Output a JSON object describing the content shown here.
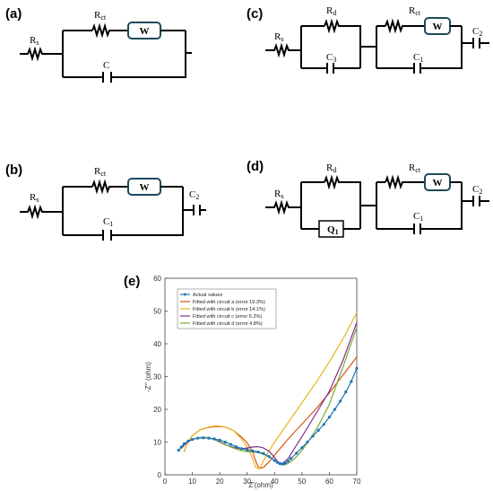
{
  "panels": {
    "a": {
      "label": "(a)",
      "components": {
        "rs": {
          "main": "R",
          "sub": "s"
        },
        "rct": {
          "main": "R",
          "sub": "ct"
        },
        "w": "W",
        "c": {
          "main": "C",
          "sub": ""
        }
      }
    },
    "b": {
      "label": "(b)",
      "components": {
        "rs": {
          "main": "R",
          "sub": "s"
        },
        "rct": {
          "main": "R",
          "sub": "ct"
        },
        "w": "W",
        "c1": {
          "main": "C",
          "sub": "1"
        },
        "c2": {
          "main": "C",
          "sub": "2"
        }
      }
    },
    "c": {
      "label": "(c)",
      "components": {
        "rs": {
          "main": "R",
          "sub": "s"
        },
        "rd": {
          "main": "R",
          "sub": "d"
        },
        "c3": {
          "main": "C",
          "sub": "3"
        },
        "rct": {
          "main": "R",
          "sub": "ct"
        },
        "w": "W",
        "c1": {
          "main": "C",
          "sub": "1"
        },
        "c2": {
          "main": "C",
          "sub": "2"
        }
      }
    },
    "d": {
      "label": "(d)",
      "components": {
        "rs": {
          "main": "R",
          "sub": "s"
        },
        "rd": {
          "main": "R",
          "sub": "d"
        },
        "q1": {
          "main": "Q",
          "sub": "1"
        },
        "rct": {
          "main": "R",
          "sub": "ct"
        },
        "w": "W",
        "c1": {
          "main": "C",
          "sub": "1"
        },
        "c2": {
          "main": "C",
          "sub": "2"
        }
      }
    },
    "e": {
      "label": "(e)"
    }
  },
  "chart_data": {
    "type": "line",
    "xlabel": "Z'(ohm)",
    "ylabel": "-Z'' (ohm)",
    "xlim": [
      0,
      70
    ],
    "ylim": [
      0,
      60
    ],
    "xticks": [
      0,
      10,
      20,
      30,
      40,
      50,
      60,
      70
    ],
    "yticks": [
      0,
      10,
      20,
      30,
      40,
      50,
      60
    ],
    "grid": false,
    "legend_position": "top-left",
    "series": [
      {
        "name": "Actual values",
        "color": "#1f77b4",
        "markers": true,
        "x": [
          5,
          6,
          7,
          8.5,
          10,
          12,
          14,
          16,
          18,
          20,
          22,
          24,
          26,
          28,
          30,
          32,
          34,
          36,
          38,
          40,
          41,
          42,
          43,
          44,
          45,
          46,
          48,
          50,
          52,
          54,
          56,
          58,
          60,
          62,
          64,
          66,
          68,
          70
        ],
        "y": [
          7.5,
          8.5,
          9.5,
          10.3,
          10.8,
          11.2,
          11.3,
          11.2,
          11,
          10.6,
          10,
          9.3,
          8.6,
          8,
          7.6,
          7.3,
          7,
          6.5,
          5.6,
          4.4,
          3.8,
          3.4,
          3.3,
          3.6,
          4.2,
          5,
          6.6,
          8.3,
          10,
          11.8,
          13.6,
          15.4,
          17.6,
          20,
          22.5,
          25.3,
          28.5,
          32.5
        ]
      },
      {
        "name": "Fitted with circuit a (error 19.3%)",
        "color": "#d95319",
        "markers": false,
        "x": [
          7,
          8,
          10,
          13,
          16,
          19,
          22,
          25,
          28,
          30,
          32,
          33,
          34,
          35,
          36,
          38,
          40,
          42,
          45,
          50,
          55,
          60,
          65,
          70
        ],
        "y": [
          7,
          9.5,
          12,
          13.8,
          14.5,
          14.8,
          14.6,
          13.5,
          11.5,
          9.8,
          7,
          4.5,
          2.5,
          2,
          2.3,
          4,
          6,
          8,
          11,
          15.5,
          20,
          25,
          30.5,
          36
        ]
      },
      {
        "name": "Fitted with circuit b (error 14.1%)",
        "color": "#edb120",
        "markers": false,
        "x": [
          7,
          8,
          10,
          13,
          16,
          19,
          22,
          25,
          28,
          30,
          32,
          33,
          34,
          35,
          37,
          40,
          45,
          50,
          55,
          60,
          65,
          70
        ],
        "y": [
          7,
          9.5,
          12,
          13.8,
          14.6,
          15,
          14.6,
          13.5,
          11,
          8.5,
          5,
          2.5,
          1.8,
          2.5,
          6,
          10,
          16,
          22,
          28,
          34.5,
          41.5,
          49.5
        ]
      },
      {
        "name": "Fitted with circuit c (error 6.2%)",
        "color": "#7e2f8e",
        "markers": false,
        "x": [
          6,
          7,
          8.5,
          10,
          12,
          14,
          16,
          18,
          20,
          22,
          24,
          26,
          28,
          30,
          32,
          34,
          36,
          38,
          40,
          41,
          42,
          43,
          45,
          48,
          51,
          55,
          60,
          65,
          70
        ],
        "y": [
          8,
          9,
          10.2,
          10.8,
          11.2,
          11.4,
          11.2,
          10.8,
          10,
          9.2,
          8.6,
          8.2,
          8,
          8.2,
          8.5,
          8.6,
          8.2,
          7.2,
          5.3,
          4.2,
          3.6,
          3.6,
          5,
          9,
          13,
          18.5,
          25.5,
          35,
          46.5
        ]
      },
      {
        "name": "Fitted with circuit d (error 4.8%)",
        "color": "#77ac30",
        "markers": false,
        "x": [
          6,
          7,
          8.5,
          10,
          12,
          14,
          16,
          18,
          20,
          22,
          24,
          26,
          28,
          30,
          32,
          34,
          36,
          38,
          40,
          41,
          42,
          43,
          44,
          46,
          48,
          50,
          53,
          56,
          60,
          65,
          70
        ],
        "y": [
          8.5,
          9.5,
          10.3,
          10.8,
          11.3,
          11.5,
          11.3,
          10.9,
          10.2,
          9.3,
          8.5,
          7.9,
          7.4,
          7.1,
          7,
          6.8,
          6.3,
          5.4,
          4.4,
          3.8,
          3.3,
          3,
          3.1,
          4,
          5.5,
          7.5,
          11,
          15,
          21.5,
          33,
          45
        ]
      }
    ]
  }
}
